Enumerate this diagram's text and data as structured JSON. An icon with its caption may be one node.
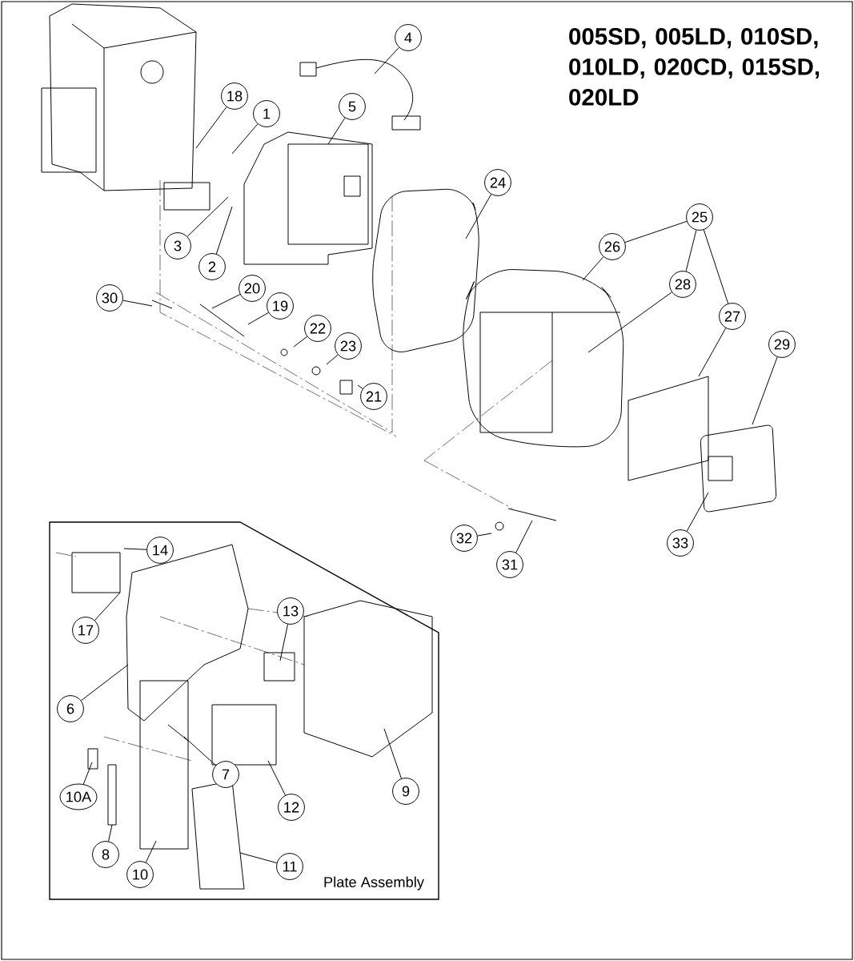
{
  "diagram": {
    "title": "005SD, 005LD, 010SD, 010LD, 020CD, 015SD, 020LD",
    "nodes": [
      {
        "text": [
          "4"
        ]
      },
      {
        "text": [
          "18"
        ]
      },
      {
        "text": [
          "1"
        ]
      },
      {
        "text": [
          "5"
        ]
      },
      {
        "text": [
          "3"
        ]
      },
      {
        "text": [
          "2"
        ]
      },
      {
        "text": [
          "24"
        ]
      },
      {
        "text": [
          "25"
        ]
      },
      {
        "text": [
          "26"
        ]
      },
      {
        "text": [
          "28"
        ]
      },
      {
        "text": [
          "27"
        ]
      },
      {
        "text": [
          "29"
        ]
      },
      {
        "text": [
          "30"
        ]
      },
      {
        "text": [
          "20"
        ]
      },
      {
        "text": [
          "19"
        ]
      },
      {
        "text": [
          "22"
        ]
      },
      {
        "text": [
          "23"
        ]
      },
      {
        "text": [
          "21"
        ]
      },
      {
        "text": [
          "32"
        ]
      },
      {
        "text": [
          "31"
        ]
      },
      {
        "text": [
          "33"
        ]
      },
      {
        "text": [
          "Plate Assembly"
        ]
      },
      {
        "text": [
          "14"
        ],
        "in": 21
      },
      {
        "text": [
          "17"
        ],
        "in": 21
      },
      {
        "text": [
          "13"
        ],
        "in": 21
      },
      {
        "text": [
          "6"
        ],
        "in": 21
      },
      {
        "text": [
          "7"
        ],
        "in": 21
      },
      {
        "text": [
          "12"
        ],
        "in": 21
      },
      {
        "text": [
          "9"
        ],
        "in": 21
      },
      {
        "text": [
          "10A"
        ],
        "in": 21
      },
      {
        "text": [
          "8"
        ],
        "in": 21
      },
      {
        "text": [
          "10"
        ],
        "in": 21
      },
      {
        "text": [
          "11"
        ],
        "in": 21
      }
    ],
    "edges": [
      {
        "from": 0,
        "to": null,
        "arrow": "none"
      },
      {
        "from": 1,
        "to": null,
        "arrow": "none"
      },
      {
        "from": 2,
        "to": null,
        "arrow": "none"
      },
      {
        "from": 3,
        "to": null,
        "arrow": "none"
      },
      {
        "from": 4,
        "to": null,
        "arrow": "none"
      },
      {
        "from": 5,
        "to": null,
        "arrow": "none"
      },
      {
        "from": 6,
        "to": null,
        "arrow": "none"
      },
      {
        "from": 7,
        "to": 8,
        "arrow": "none"
      },
      {
        "from": 7,
        "to": 9,
        "arrow": "none"
      },
      {
        "from": 7,
        "to": 10,
        "arrow": "none"
      },
      {
        "from": 8,
        "to": null,
        "arrow": "none"
      },
      {
        "from": 9,
        "to": null,
        "arrow": "none"
      },
      {
        "from": 10,
        "to": null,
        "arrow": "none"
      },
      {
        "from": 11,
        "to": null,
        "arrow": "none"
      },
      {
        "from": 12,
        "to": null,
        "arrow": "none"
      },
      {
        "from": 13,
        "to": null,
        "arrow": "none"
      },
      {
        "from": 14,
        "to": null,
        "arrow": "none"
      },
      {
        "from": 15,
        "to": null,
        "arrow": "none"
      },
      {
        "from": 16,
        "to": null,
        "arrow": "none"
      },
      {
        "from": 17,
        "to": null,
        "arrow": "none"
      },
      {
        "from": 18,
        "to": null,
        "arrow": "none"
      },
      {
        "from": 19,
        "to": null,
        "arrow": "none"
      },
      {
        "from": 20,
        "to": null,
        "arrow": "none"
      },
      {
        "from": 22,
        "to": null,
        "arrow": "none"
      },
      {
        "from": 23,
        "to": null,
        "arrow": "none"
      },
      {
        "from": 24,
        "to": null,
        "arrow": "none"
      },
      {
        "from": 25,
        "to": null,
        "arrow": "none"
      },
      {
        "from": 26,
        "to": null,
        "arrow": "none"
      },
      {
        "from": 27,
        "to": null,
        "arrow": "none"
      },
      {
        "from": 28,
        "to": null,
        "arrow": "none"
      },
      {
        "from": 29,
        "to": null,
        "arrow": "none"
      },
      {
        "from": 30,
        "to": null,
        "arrow": "none"
      },
      {
        "from": 31,
        "to": null,
        "arrow": "none"
      },
      {
        "from": 32,
        "to": null,
        "arrow": "none"
      }
    ]
  }
}
